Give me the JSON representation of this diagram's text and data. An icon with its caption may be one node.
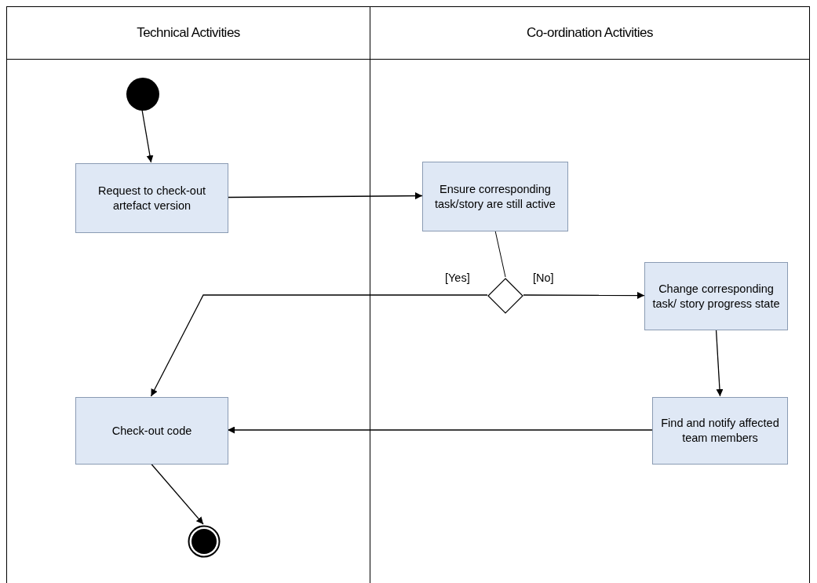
{
  "diagram": {
    "nodes": [
      {
        "text": [
          "Technical Activities"
        ]
      },
      {
        "text": [
          "Co-ordination Activities"
        ]
      },
      {
        "text": [],
        "shape": "circle",
        "in": 0
      },
      {
        "text": [
          "Request to check-out artefact version"
        ],
        "in": 0
      },
      {
        "text": [
          "Ensure corresponding task/story are still active"
        ],
        "in": 1
      },
      {
        "text": [],
        "shape": "diamond",
        "in": 1
      },
      {
        "text": [
          "Change corresponding task/ story progress state"
        ],
        "in": 1
      },
      {
        "text": [
          "Find and notify affected team members"
        ],
        "in": 1
      },
      {
        "text": [
          "Check-out code"
        ],
        "in": 0
      },
      {
        "text": [],
        "shape": "circle",
        "in": 0
      }
    ],
    "edges": [
      {
        "from": 2,
        "to": 3,
        "arrow": "to"
      },
      {
        "from": 3,
        "to": 4,
        "arrow": "to"
      },
      {
        "from": 4,
        "to": 5,
        "arrow": "none"
      },
      {
        "from": 5,
        "to": 8,
        "arrow": "to",
        "label": "[Yes]"
      },
      {
        "from": 5,
        "to": 6,
        "arrow": "to",
        "label": "[No]"
      },
      {
        "from": 6,
        "to": 7,
        "arrow": "to"
      },
      {
        "from": 7,
        "to": 8,
        "arrow": "to"
      },
      {
        "from": 8,
        "to": 9,
        "arrow": "to"
      }
    ]
  }
}
